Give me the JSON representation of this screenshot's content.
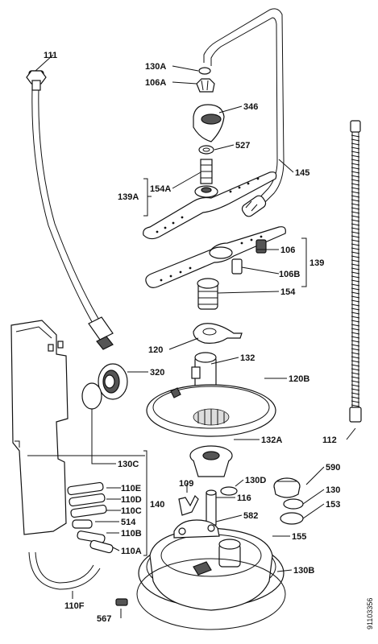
{
  "labels": {
    "p111": "111",
    "p130A": "130A",
    "p106A": "106A",
    "p346": "346",
    "p527": "527",
    "p145": "145",
    "p154A": "154A",
    "p139A": "139A",
    "p106": "106",
    "p139": "139",
    "p106B": "106B",
    "p154": "154",
    "p120": "120",
    "p132": "132",
    "p120B": "120B",
    "p320": "320",
    "p132A": "132A",
    "p130C": "130C",
    "p130D": "130D",
    "p590": "590",
    "p109": "109",
    "p116": "116",
    "p130": "130",
    "p153": "153",
    "p110E": "110E",
    "p110D": "110D",
    "p110C": "110C",
    "p140": "140",
    "p514": "514",
    "p582": "582",
    "p110B": "110B",
    "p155": "155",
    "p110A": "110A",
    "p130B": "130B",
    "p112": "112",
    "p110F": "110F",
    "p567": "567",
    "drawing_no": "91103356"
  }
}
